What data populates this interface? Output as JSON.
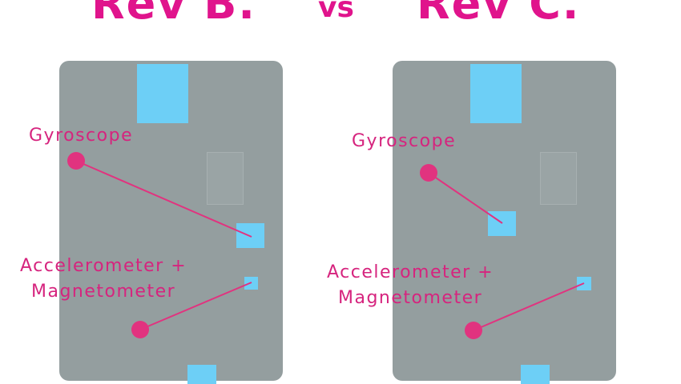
{
  "header": {
    "left_title": "Rev B.",
    "vs": "vs",
    "right_title": "Rev C."
  },
  "boards": {
    "rev_b": {
      "gyroscope_label": "Gyroscope",
      "accel_label_line1": "Accelerometer +",
      "accel_label_line2": "Magnetometer"
    },
    "rev_c": {
      "gyroscope_label": "Gyroscope",
      "accel_label_line1": "Accelerometer +",
      "accel_label_line2": "Magnetometer"
    }
  },
  "colors": {
    "title": "#e0148c",
    "label": "#d6247e",
    "callout": "#e1337f",
    "board": "#949e9f",
    "component": "#6dcff6"
  }
}
